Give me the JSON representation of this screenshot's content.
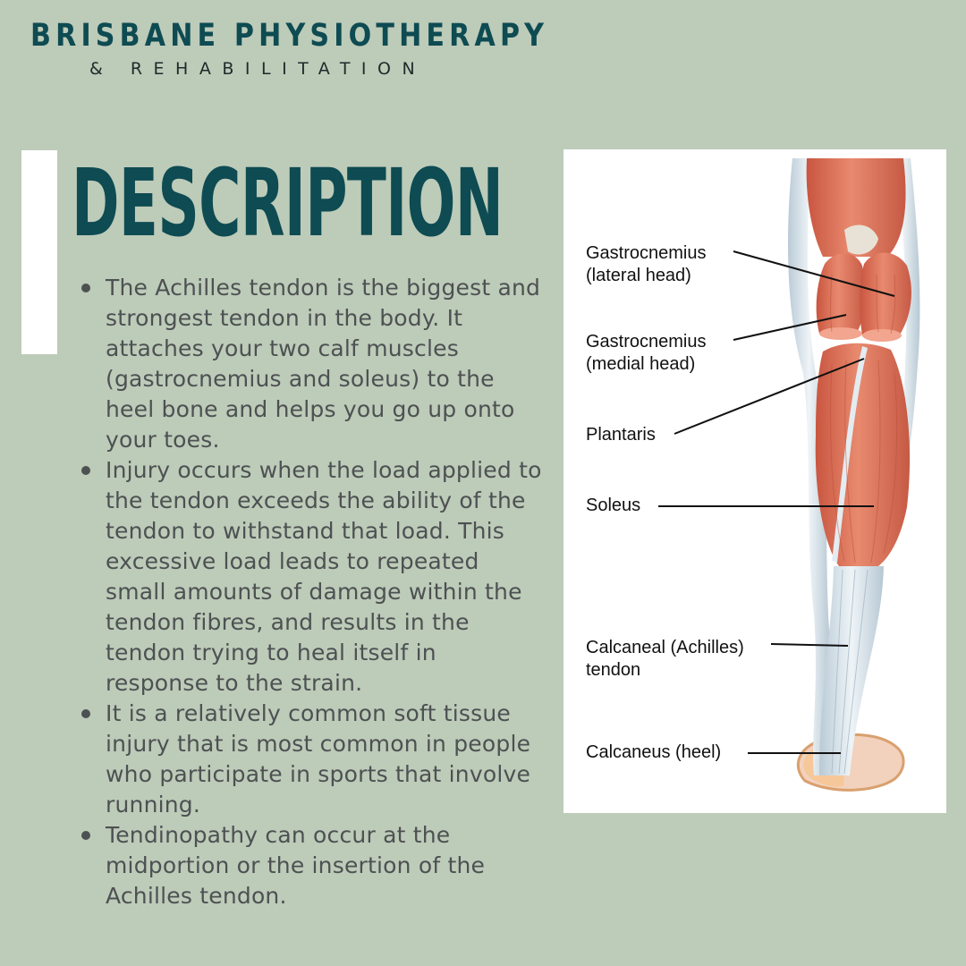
{
  "brand": {
    "title": "BRISBANE PHYSIOTHERAPY",
    "subtitle": "& REHABILITATION"
  },
  "heading": "DESCRIPTION",
  "bullets": [
    "The Achilles tendon is the biggest and strongest tendon in the body. It attaches your two calf muscles (gastrocnemius and soleus) to the heel bone and helps you go up onto your toes.",
    "Injury occurs when the load applied to the tendon exceeds the ability of the tendon to withstand that load. This excessive load leads to repeated small amounts of damage within the tendon fibres, and results in the tendon trying to heal itself in response to the strain.",
    "It is a relatively common soft tissue injury that is most common in people who participate in sports that involve running.",
    "Tendinopathy can occur at the midportion or the insertion of the Achilles tendon."
  ],
  "diagram": {
    "labels": [
      {
        "line1": "Gastrocnemius",
        "line2": "(lateral head)"
      },
      {
        "line1": "Gastrocnemius",
        "line2": "(medial head)"
      },
      {
        "line1": "Plantaris",
        "line2": ""
      },
      {
        "line1": "Soleus",
        "line2": ""
      },
      {
        "line1": "Calcaneal (Achilles)",
        "line2": "tendon"
      },
      {
        "line1": "Calcaneus (heel)",
        "line2": ""
      }
    ]
  },
  "colors": {
    "background": "#bdcbb9",
    "brand_teal": "#0e4b52",
    "body_text": "#4d5152",
    "muscle": "#df7a62",
    "tendon": "#dbe6ec"
  }
}
